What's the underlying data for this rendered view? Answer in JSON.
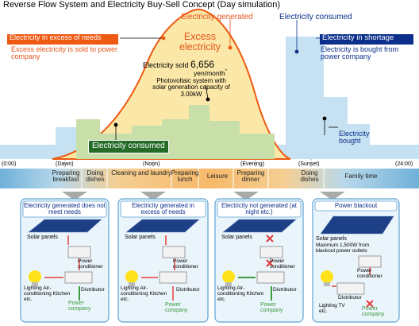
{
  "title": "Reverse Flow System and Electricity Buy-Sell Concept (Day simulation)",
  "labels": {
    "electricity_generated": "Electricity generated",
    "electricity_consumed_top": "Electricity consumed",
    "excess_box": "Electricity in excess of needs",
    "excess_note": "Excess electricity is sold to power company",
    "excess_center": "Excess electricity",
    "sold_prefix": "Electricity sold",
    "sold_value": "6,656",
    "sold_unit": "yen/month",
    "sold_mark": "*",
    "pv_note": "Photovoltaic system with solar generation capacity of 3.00kW",
    "shortage_box": "Electricity in shortage",
    "shortage_note": "Electricity is bought from power company",
    "electricity_bought": "Electricity bought",
    "electricity_consumed": "Electricity consumed"
  },
  "timeline": {
    "t0000": "(0:00)",
    "dawn": "(Dawn)",
    "noon": "(Noon)",
    "evening": "(Evening)",
    "sunset": "(Sunset)",
    "t2400": "(24:00)",
    "activities": [
      "Preparing breakfast",
      "Doing dishes",
      "Cleaning and laundry",
      "Preparing lunch",
      "Leisure",
      "Preparing dinner",
      "Doing dishes",
      "Family time"
    ]
  },
  "panels": [
    {
      "title": "Electricity generated does not meet needs",
      "solar": "Solar panels",
      "conditioner": "Power conditioner",
      "lighting": "Lighting Air-conditioning Kitchen etc.",
      "distributor": "Distributor",
      "power": "Power company"
    },
    {
      "title": "Electricity generated in excess of needs",
      "solar": "Solar panels",
      "conditioner": "Power conditioner",
      "lighting": "Lighting Air-conditioning Kitchen etc.",
      "distributor": "Distributor",
      "power": "Power company"
    },
    {
      "title": "Electricity not generated (at night etc.)",
      "solar": "Solar panels",
      "conditioner": "Power conditioner",
      "lighting": "Lighting Air-conditioning Kitchen etc.",
      "distributor": "Distributor",
      "power": "Power company"
    },
    {
      "title": "Power blackout",
      "solar": "Solar panels",
      "max_note": "Maximum 1,500W from blackout power outlets",
      "conditioner": "Power conditioner",
      "lighting": "Lighting TV etc.",
      "distributor": "Distributor",
      "power": "Power company"
    }
  ],
  "colors": {
    "generated_fill": "#fbe7a8",
    "consumed_fill": "#c8dfa9",
    "bought_fill": "#c6e1f2",
    "orange": "#ee5a12",
    "navy": "#0b2f8b",
    "green": "#246b27"
  }
}
